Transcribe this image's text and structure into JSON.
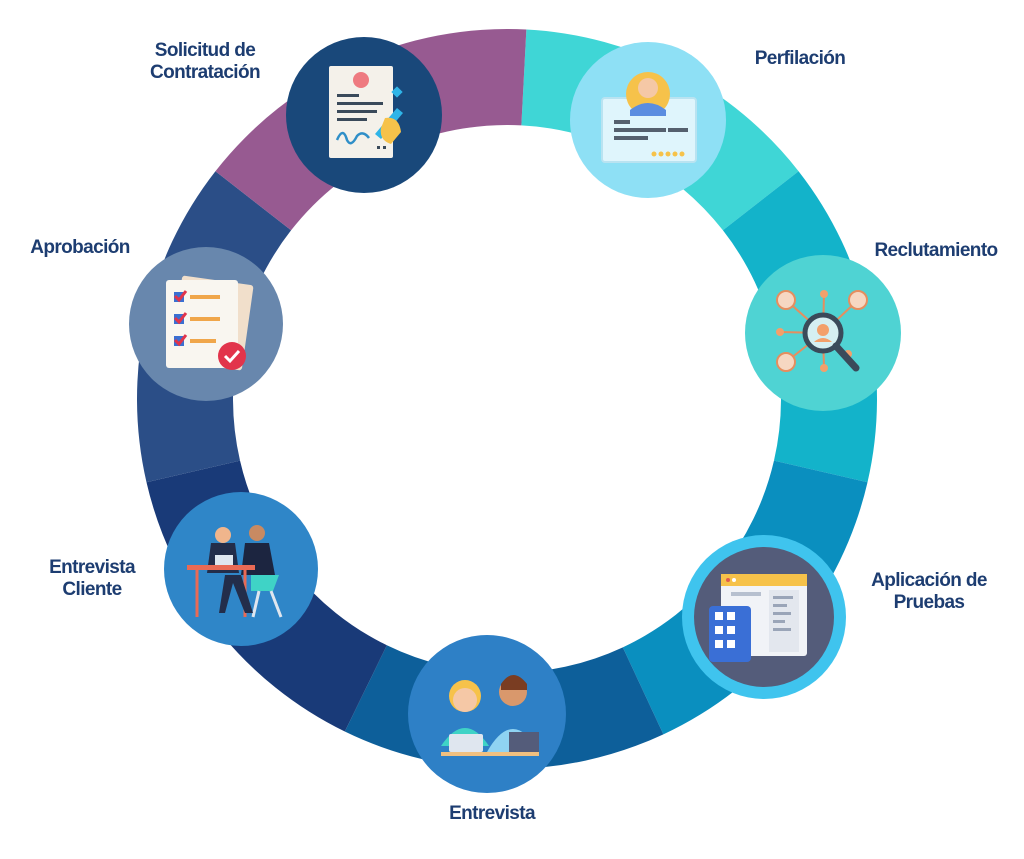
{
  "diagram": {
    "steps": [
      {
        "id": "perfilacion",
        "label_lines": [
          "Perfilación"
        ],
        "segment_color": "#3fd6d6",
        "badge_color": "#8ee0f5",
        "icon": "profile-card-icon"
      },
      {
        "id": "reclutamiento",
        "label_lines": [
          "Reclutamiento"
        ],
        "segment_color": "#13b3ca",
        "badge_color": "#4fd3d3",
        "icon": "network-search-icon"
      },
      {
        "id": "aplicacion",
        "label_lines": [
          "Aplicación de",
          "Pruebas"
        ],
        "segment_color": "#0a8fbf",
        "badge_color": "#3fc4ee",
        "icon": "test-app-icon"
      },
      {
        "id": "entrevista",
        "label_lines": [
          "Entrevista"
        ],
        "segment_color": "#0d5f9a",
        "badge_color": "#2e80c6",
        "icon": "interview-people-icon"
      },
      {
        "id": "entrevista-cliente",
        "label_lines": [
          "Entrevista",
          "Cliente"
        ],
        "segment_color": "#193a78",
        "badge_color": "#2f86c8",
        "icon": "meeting-table-icon"
      },
      {
        "id": "aprobacion",
        "label_lines": [
          "Aprobación"
        ],
        "segment_color": "#2b4e87",
        "badge_color": "#6887ad",
        "icon": "checklist-approval-icon"
      },
      {
        "id": "solicitud",
        "label_lines": [
          "Solicitud de",
          "Contratación"
        ],
        "segment_color": "#975a91",
        "badge_color": "#19487a",
        "icon": "contract-sign-icon"
      }
    ]
  }
}
